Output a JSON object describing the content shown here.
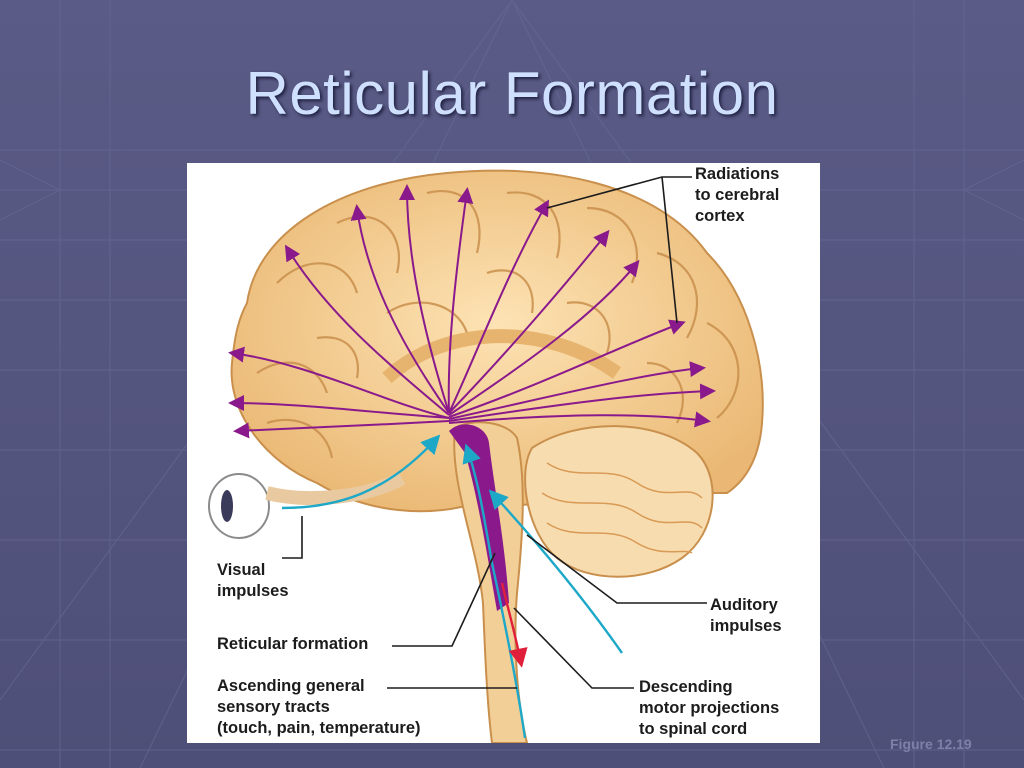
{
  "slide": {
    "title": "Reticular Formation",
    "figure_ref": "Figure 12.19"
  },
  "labels": {
    "radiations": [
      "Radiations",
      "to cerebral",
      "cortex"
    ],
    "visual": [
      "Visual",
      "impulses"
    ],
    "reticular": [
      "Reticular formation"
    ],
    "ascending": [
      "Ascending general",
      "sensory tracts",
      "(touch, pain, temperature)"
    ],
    "auditory": [
      "Auditory",
      "impulses"
    ],
    "descending": [
      "Descending",
      "motor projections",
      "to spinal cord"
    ]
  },
  "colors": {
    "background": "#54557f",
    "title": "#cfe0ff",
    "brain": "#f1c98a",
    "arrow": "#8a1a8c",
    "sensory": "#1ea8c8",
    "motor": "#e0203a"
  }
}
